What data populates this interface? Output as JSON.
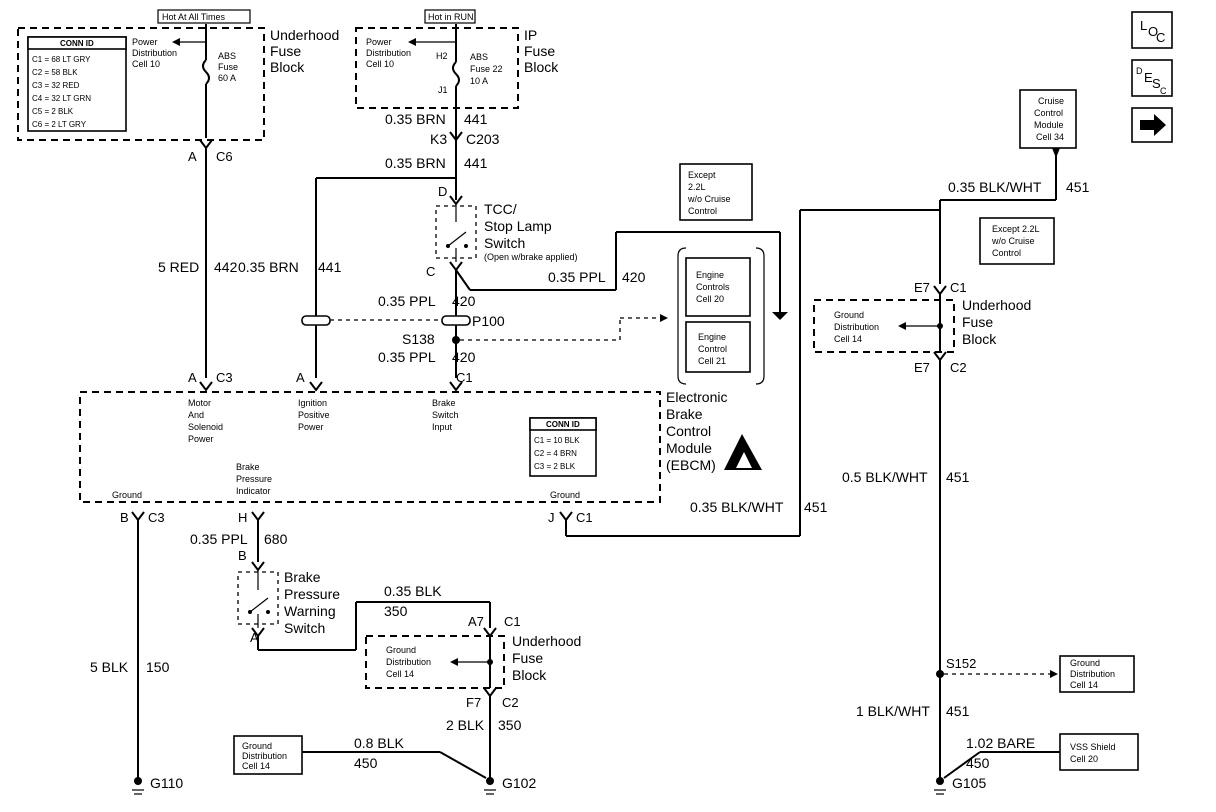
{
  "fuse_blocks": {
    "underhood_top": {
      "hot_label": "Hot At All Times",
      "pd_line1": "Power",
      "pd_line2": "Distribution",
      "pd_line3": "Cell 10",
      "fuse_l1": "ABS",
      "fuse_l2": "Fuse",
      "fuse_l3": "60 A",
      "name1": "Underhood",
      "name2": "Fuse",
      "name3": "Block"
    },
    "ip": {
      "hot_label": "Hot in RUN",
      "pd_line1": "Power",
      "pd_line2": "Distribution",
      "pd_line3": "Cell 10",
      "h2": "H2",
      "j1": "J1",
      "fuse_l1": "ABS",
      "fuse_l2": "Fuse 22",
      "fuse_l3": "10 A",
      "name1": "IP",
      "name2": "Fuse",
      "name3": "Block"
    },
    "underhood_bottom": {
      "name1": "Underhood",
      "name2": "Fuse",
      "name3": "Block"
    },
    "underhood_right": {
      "name1": "Underhood",
      "name2": "Fuse",
      "name3": "Block"
    }
  },
  "conn_id_top": {
    "title": "CONN ID",
    "rows": [
      "C1 = 68 LT GRY",
      "C2 = 58 BLK",
      "C3 = 32 RED",
      "C4 = 32 LT GRN",
      "C5 = 2 BLK",
      "C6 = 2 LT GRY"
    ]
  },
  "conn_id_ebcm": {
    "title": "CONN ID",
    "rows": [
      "C1 = 10 BLK",
      "C2 = 4 BRN",
      "C3 = 2 BLK"
    ]
  },
  "labels": {
    "a_c6_pin": "A",
    "a_c6_conn": "C6",
    "k3": "K3",
    "c203": "C203",
    "tcc_pin_d": "D",
    "tcc_pin_c": "C",
    "p100": "P100",
    "s138": "S138",
    "ebcm_a_c3_pin": "A",
    "ebcm_a_c3_conn": "C3",
    "ebcm_a_pin": "A",
    "ebcm_c1_conn": "C1",
    "b_c3_pin": "B",
    "b_c3_conn": "C3",
    "h_pin": "H",
    "j_pin": "J",
    "j_c1_conn": "C1",
    "bpws_pin_b": "B",
    "bpws_pin_a": "A",
    "a7_pin": "A7",
    "a7_c1_conn": "C1",
    "f7_pin": "F7",
    "f7_c2_conn": "C2",
    "e7_c1_pin": "E7",
    "e7_c1_conn": "C1",
    "e7_c2_pin": "E7",
    "e7_c2_conn": "C2",
    "s152": "S152"
  },
  "wires": {
    "w442": {
      "gauge": "5 RED",
      "circuit": "442"
    },
    "w441a": {
      "gauge": "0.35 BRN",
      "circuit": "441"
    },
    "w441b": {
      "gauge": "0.35 BRN",
      "circuit": "441"
    },
    "w441c": {
      "gauge": "0.35 BRN",
      "circuit": "441"
    },
    "w420a": {
      "gauge": "0.35 PPL",
      "circuit": "420"
    },
    "w420b": {
      "gauge": "0.35 PPL",
      "circuit": "420"
    },
    "w420c": {
      "gauge": "0.35 PPL",
      "circuit": "420"
    },
    "w150": {
      "gauge": "5 BLK",
      "circuit": "150"
    },
    "w680": {
      "gauge": "0.35 PPL",
      "circuit": "680"
    },
    "w451a": {
      "gauge": "0.35 BLK/WHT",
      "circuit": "451"
    },
    "w451b": {
      "gauge": "0.35 BLK/WHT",
      "circuit": "451"
    },
    "w451c": {
      "gauge": "0.5 BLK/WHT",
      "circuit": "451"
    },
    "w451d": {
      "gauge": "1 BLK/WHT",
      "circuit": "451"
    },
    "w350a": {
      "gauge": "0.35 BLK",
      "circuit": "350"
    },
    "w350b": {
      "gauge": "2 BLK",
      "circuit": "350"
    },
    "w450a": {
      "gauge": "0.8 BLK",
      "circuit": "450"
    },
    "w450b": {
      "gauge": "1.02 BARE",
      "circuit": "450"
    }
  },
  "components": {
    "tcc": {
      "name1": "TCC/",
      "name2": "Stop Lamp",
      "name3": "Switch",
      "note": "(Open w/brake applied)"
    },
    "engine_controls": {
      "l1": "Engine",
      "l2": "Controls",
      "l3": "Cell 20"
    },
    "engine_control": {
      "l1": "Engine",
      "l2": "Control",
      "l3": "Cell 21"
    },
    "ebcm": {
      "pin1": {
        "l1": "Motor",
        "l2": "And",
        "l3": "Solenoid",
        "l4": "Power"
      },
      "pin2": {
        "l1": "Ignition",
        "l2": "Positive",
        "l3": "Power"
      },
      "pin3": {
        "l1": "Brake",
        "l2": "Switch",
        "l3": "Input"
      },
      "bpi": {
        "l1": "Brake",
        "l2": "Pressure",
        "l3": "Indicator"
      },
      "ground1": "Ground",
      "ground2": "Ground",
      "name1": "Electronic",
      "name2": "Brake",
      "name3": "Control",
      "name4": "Module",
      "name5": "(EBCM)"
    },
    "bpws": {
      "name1": "Brake",
      "name2": "Pressure",
      "name3": "Warning",
      "name4": "Switch"
    },
    "cruise": {
      "l1": "Cruise",
      "l2": "Control",
      "l3": "Module",
      "l4": "Cell 34"
    },
    "vss": {
      "l1": "VSS Shield",
      "l2": "Cell 20"
    }
  },
  "notes": {
    "except1": {
      "l1": "Except",
      "l2": "2.2L",
      "l3": "w/o Cruise",
      "l4": "Control"
    },
    "except2": {
      "l1": "Except 2.2L",
      "l2": "w/o Cruise",
      "l3": "Control"
    }
  },
  "ground_dist": {
    "bottom": {
      "l1": "Ground",
      "l2": "Distribution",
      "l3": "Cell 14"
    },
    "right": {
      "l1": "Ground",
      "l2": "Distribution",
      "l3": "Cell 14"
    },
    "g102": {
      "l1": "Ground",
      "l2": "Distribution",
      "l3": "Cell 14"
    },
    "s152": {
      "l1": "Ground",
      "l2": "Distribution",
      "l3": "Cell 14"
    }
  },
  "grounds": {
    "g110": "G110",
    "g102": "G102",
    "g105": "G105"
  },
  "nav": {
    "loc_l": "L",
    "loc_o": "O",
    "loc_c": "C",
    "desc_d": "D",
    "desc_e": "E",
    "desc_s": "S",
    "desc_c": "C"
  }
}
